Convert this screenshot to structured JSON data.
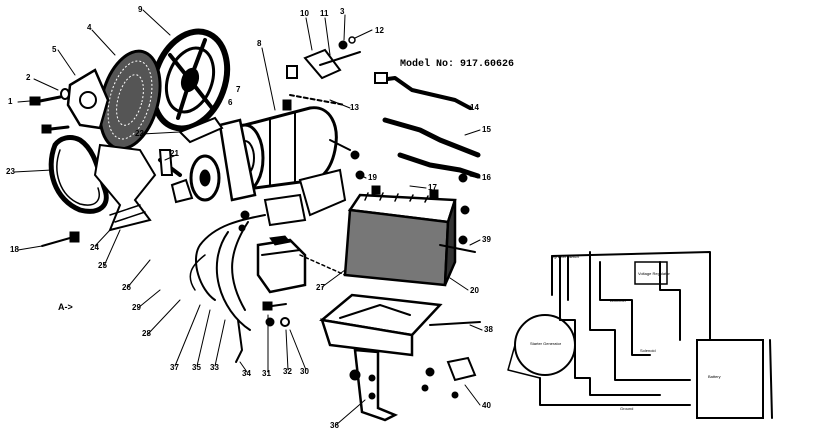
{
  "diagram": {
    "model_label": "Model No: 917.60626",
    "arrow_label": "A->",
    "callouts": [
      {
        "id": "c1",
        "text": "1"
      },
      {
        "id": "c2",
        "text": "2"
      },
      {
        "id": "c3",
        "text": "3"
      },
      {
        "id": "c4",
        "text": "4"
      },
      {
        "id": "c5",
        "text": "5"
      },
      {
        "id": "c6",
        "text": "6"
      },
      {
        "id": "c7",
        "text": "7"
      },
      {
        "id": "c8",
        "text": "8"
      },
      {
        "id": "c9",
        "text": "9"
      },
      {
        "id": "c10",
        "text": "10"
      },
      {
        "id": "c11",
        "text": "11"
      },
      {
        "id": "c12",
        "text": "12"
      },
      {
        "id": "c13",
        "text": "13"
      },
      {
        "id": "c14",
        "text": "14"
      },
      {
        "id": "c15",
        "text": "15"
      },
      {
        "id": "c16",
        "text": "16"
      },
      {
        "id": "c17",
        "text": "17"
      },
      {
        "id": "c18",
        "text": "18"
      },
      {
        "id": "c19",
        "text": "19"
      },
      {
        "id": "c20",
        "text": "20"
      },
      {
        "id": "c21",
        "text": "21"
      },
      {
        "id": "c22",
        "text": "22"
      },
      {
        "id": "c23",
        "text": "23"
      },
      {
        "id": "c24",
        "text": "24"
      },
      {
        "id": "c25",
        "text": "25"
      },
      {
        "id": "c26",
        "text": "26"
      },
      {
        "id": "c27",
        "text": "27"
      },
      {
        "id": "c28",
        "text": "28"
      },
      {
        "id": "c29",
        "text": "29"
      },
      {
        "id": "c30",
        "text": "30"
      },
      {
        "id": "c31",
        "text": "31"
      },
      {
        "id": "c32",
        "text": "32"
      },
      {
        "id": "c33",
        "text": "33"
      },
      {
        "id": "c34",
        "text": "34"
      },
      {
        "id": "c35",
        "text": "35"
      },
      {
        "id": "c36",
        "text": "36"
      },
      {
        "id": "c37",
        "text": "37"
      },
      {
        "id": "c38",
        "text": "38"
      },
      {
        "id": "c39",
        "text": "39"
      },
      {
        "id": "c40",
        "text": "40"
      }
    ],
    "wiring_labels": {
      "starter_generator": "Starter Generator",
      "voltage_regulator": "Voltage Regulator",
      "battery": "Battery",
      "ignition_switch": "Ignition Switch",
      "ammeter": "Ammeter",
      "solenoid": "Solenoid",
      "ground": "Ground"
    }
  }
}
